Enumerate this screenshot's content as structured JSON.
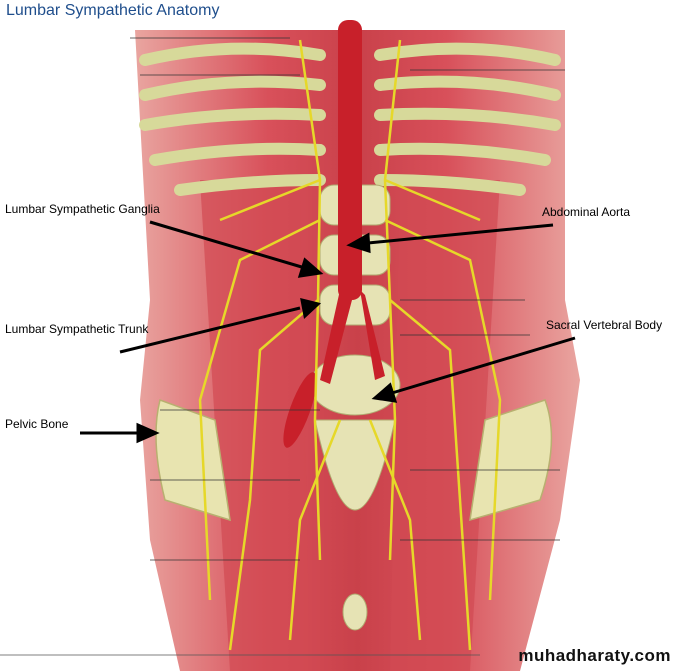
{
  "title": "Lumbar Sympathetic Anatomy",
  "labels": {
    "ganglia": "Lumbar Sympathetic Ganglia",
    "trunk": "Lumbar Sympathetic Trunk",
    "pelvic": "Pelvic Bone",
    "aorta": "Abdominal Aorta",
    "sacral": "Sacral Vertebral Body"
  },
  "watermark": "muhadharaty.com",
  "colors": {
    "title": "#1f4e8c",
    "muscle": "#d9575a",
    "nerve": "#e6d829",
    "bone": "#e8e4b0",
    "aorta": "#c8202a"
  }
}
